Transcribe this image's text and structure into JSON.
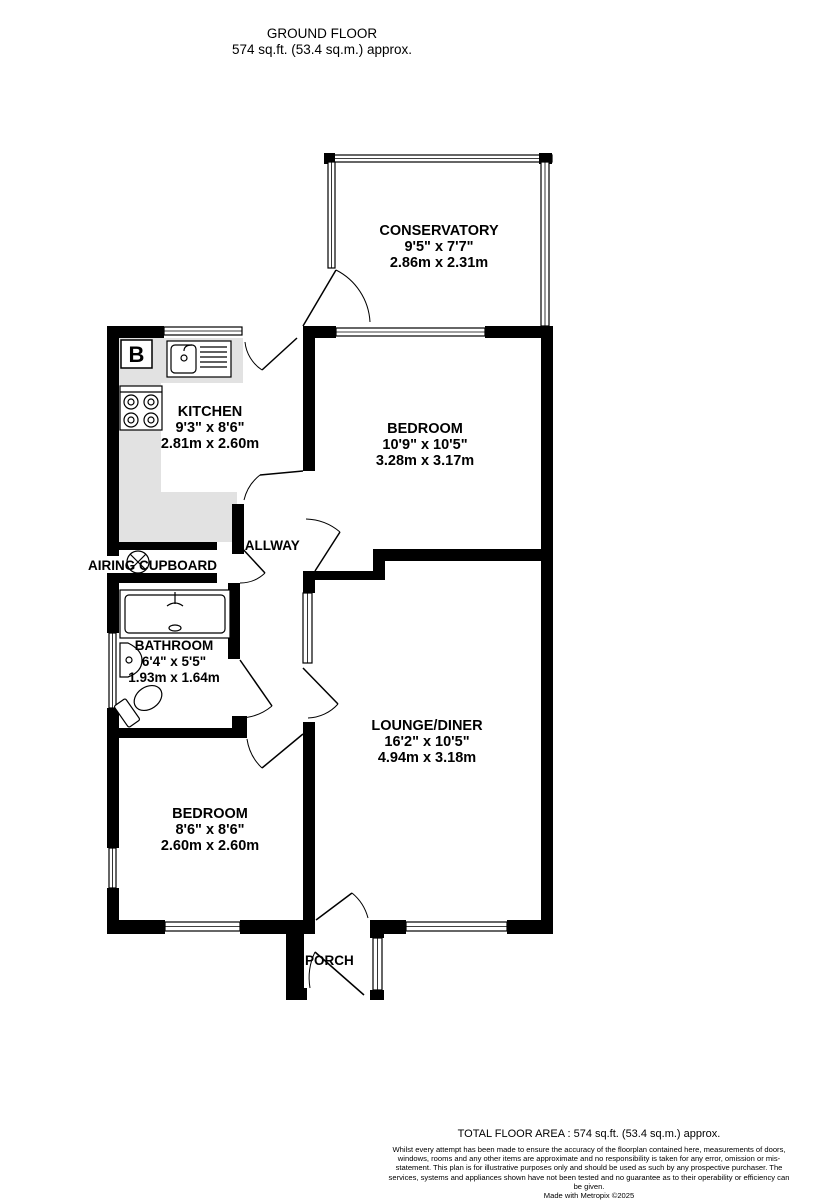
{
  "header": {
    "floor": "GROUND FLOOR",
    "area": "574 sq.ft. (53.4 sq.m.) approx."
  },
  "rooms": {
    "conservatory": {
      "name": "CONSERVATORY",
      "imperial": "9'5\" x 7'7\"",
      "metric": "2.86m x 2.31m"
    },
    "kitchen": {
      "name": "KITCHEN",
      "imperial": "9'3\" x 8'6\"",
      "metric": "2.81m x 2.60m"
    },
    "bedroom1": {
      "name": "BEDROOM",
      "imperial": "10'9\" x 10'5\"",
      "metric": "3.28m x 3.17m"
    },
    "hallway": {
      "name": "HALLWAY"
    },
    "airing_cupboard": {
      "name": "AIRING CUPBOARD"
    },
    "bathroom": {
      "name": "BATHROOM",
      "imperial": "6'4\" x 5'5\"",
      "metric": "1.93m x 1.64m"
    },
    "lounge": {
      "name": "LOUNGE/DINER",
      "imperial": "16'2\" x 10'5\"",
      "metric": "4.94m x 3.18m"
    },
    "bedroom2": {
      "name": "BEDROOM",
      "imperial": "8'6\" x 8'6\"",
      "metric": "2.60m x 2.60m"
    },
    "porch": {
      "name": "PORCH"
    }
  },
  "boiler_label": "B",
  "footer": {
    "total": "TOTAL FLOOR AREA : 574 sq.ft. (53.4 sq.m.) approx.",
    "disclaimer": "Whilst every attempt has been made to ensure the accuracy of the floorplan contained here, measurements of doors, windows, rooms and any other items are approximate and no responsibility is taken for any error, omission or mis-statement. This plan is for illustrative purposes only and should be used as such by any prospective purchaser. The services, systems and appliances shown have not been tested and no guarantee as to their operability or efficiency can be given.",
    "made_with": "Made with Metropix ©2025"
  }
}
